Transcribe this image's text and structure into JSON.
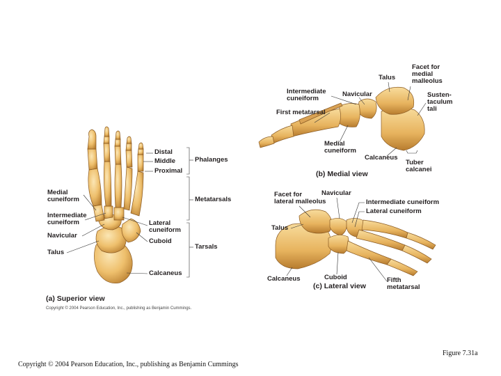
{
  "superior": {
    "caption": "(a) Superior view",
    "copyright_small": "Copyright © 2004 Pearson Education, Inc., publishing as Benjamin Cummings.",
    "distal": "Distal",
    "middle": "Middle",
    "proximal": "Proximal",
    "phalanges": "Phalanges",
    "metatarsals": "Metatarsals",
    "tarsals": "Tarsals",
    "medial_cuneiform": "Medial\ncuneiform",
    "intermediate_cuneiform": "Intermediate\ncuneiform",
    "navicular": "Navicular",
    "talus": "Talus",
    "lateral_cuneiform": "Lateral\ncuneiform",
    "cuboid": "Cuboid",
    "calcaneus": "Calcaneus"
  },
  "medial": {
    "caption": "(b) Medial view",
    "talus": "Talus",
    "facet_medial_malleolus": "Facet for\nmedial\nmalleolus",
    "intermediate_cuneiform": "Intermediate\ncuneiform",
    "navicular": "Navicular",
    "sustentaculum": "Susten-\ntaculum\ntali",
    "first_metatarsal": "First metatarsal",
    "medial_cuneiform": "Medial\ncuneiform",
    "calcaneus": "Calcaneus",
    "tuber_calcanei": "Tuber\ncalcanei"
  },
  "lateral": {
    "caption": "(c) Lateral view",
    "facet_lateral_malleolus": "Facet for\nlateral malleolus",
    "navicular": "Navicular",
    "intermediate_cuneiform": "Intermediate cuneiform",
    "lateral_cuneiform": "Lateral cuneiform",
    "talus": "Talus",
    "calcaneus": "Calcaneus",
    "cuboid": "Cuboid",
    "fifth_metatarsal": "Fifth\nmetatarsal"
  },
  "figure_label": "Figure 7.31a",
  "footer_copyright": "Copyright © 2004 Pearson Education, Inc., publishing as Benjamin Cummings",
  "colors": {
    "bone": "#f0c474",
    "bone_shadow": "#c98f3c",
    "bone_dark": "#8a5a22",
    "leader": "#333333"
  }
}
